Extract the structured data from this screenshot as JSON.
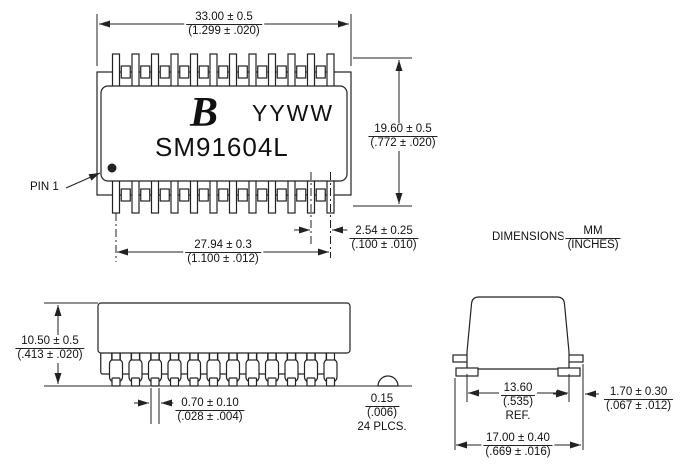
{
  "drawing": {
    "part_number": "SM91604L",
    "date_code": "YYWW",
    "logo": "B",
    "pin1_label": "PIN 1",
    "note": {
      "label": "DIMENSIONS:",
      "mm": "MM",
      "inches": "(INCHES)"
    },
    "dims": {
      "overall_length": {
        "mm": "33.00 ± 0.5",
        "in": "(1.299 ± .020)"
      },
      "body_width": {
        "mm": "19.60 ± 0.5",
        "in": "(.772 ± .020)"
      },
      "pin_pitch": {
        "mm": "2.54 ± 0.25",
        "in": "(.100 ± .010)"
      },
      "pin_span": {
        "mm": "27.94 ± 0.3",
        "in": "(1.100 ± .012)"
      },
      "height": {
        "mm": "10.50 ± 0.5",
        "in": "(.413 ± .020)"
      },
      "lead_width": {
        "mm": "0.70 ± 0.10",
        "in": "(.028 ± .004)"
      },
      "standoff": {
        "mm": "0.15",
        "in": "(.006)",
        "note": "24 PLCS."
      },
      "base_width": {
        "mm": "13.60",
        "in": "(.535)",
        "note": "REF."
      },
      "lead_length": {
        "mm": "1.70 ± 0.30",
        "in": "(.067 ± .012)"
      },
      "overall_width": {
        "mm": "17.00 ± 0.40",
        "in": "(.669 ± .016)"
      }
    },
    "colors": {
      "line": "#222222",
      "background": "#ffffff",
      "text": "#111111"
    }
  }
}
